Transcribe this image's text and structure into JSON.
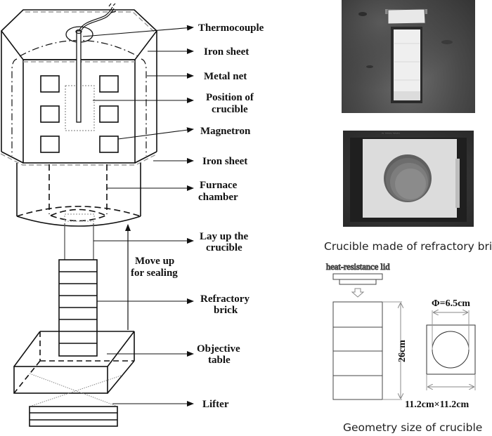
{
  "furnace_diagram": {
    "labels": {
      "thermocouple": "Thermocouple",
      "iron_sheet_top": "Iron sheet",
      "metal_net": "Metal net",
      "position_of_crucible": [
        "Position of",
        "crucible"
      ],
      "magnetron": "Magnetron",
      "iron_sheet_bottom": "Iron sheet",
      "furnace_chamber": [
        "Furnace",
        "chamber"
      ],
      "lay_up_crucible": [
        "Lay up the",
        "crucible"
      ],
      "move_up": [
        "Move up",
        "for sealing"
      ],
      "refractory_brick": [
        "Refractory",
        "brick"
      ],
      "objective_table": [
        "Objective",
        "table"
      ],
      "lifter": "Lifter"
    }
  },
  "photos": {
    "crucible_photo": "crucible-standing-photo",
    "crucible_top_photo": "crucible-top-view-photo",
    "caption": "Crucible made of refractory brick"
  },
  "geometry": {
    "lid_label": "heat-resistance lid",
    "height_label": "26cm",
    "diameter_label": "Φ=6.5cm",
    "cross_section_label": "11.2cm×11.2cm",
    "caption": "Geometry size of crucible"
  }
}
